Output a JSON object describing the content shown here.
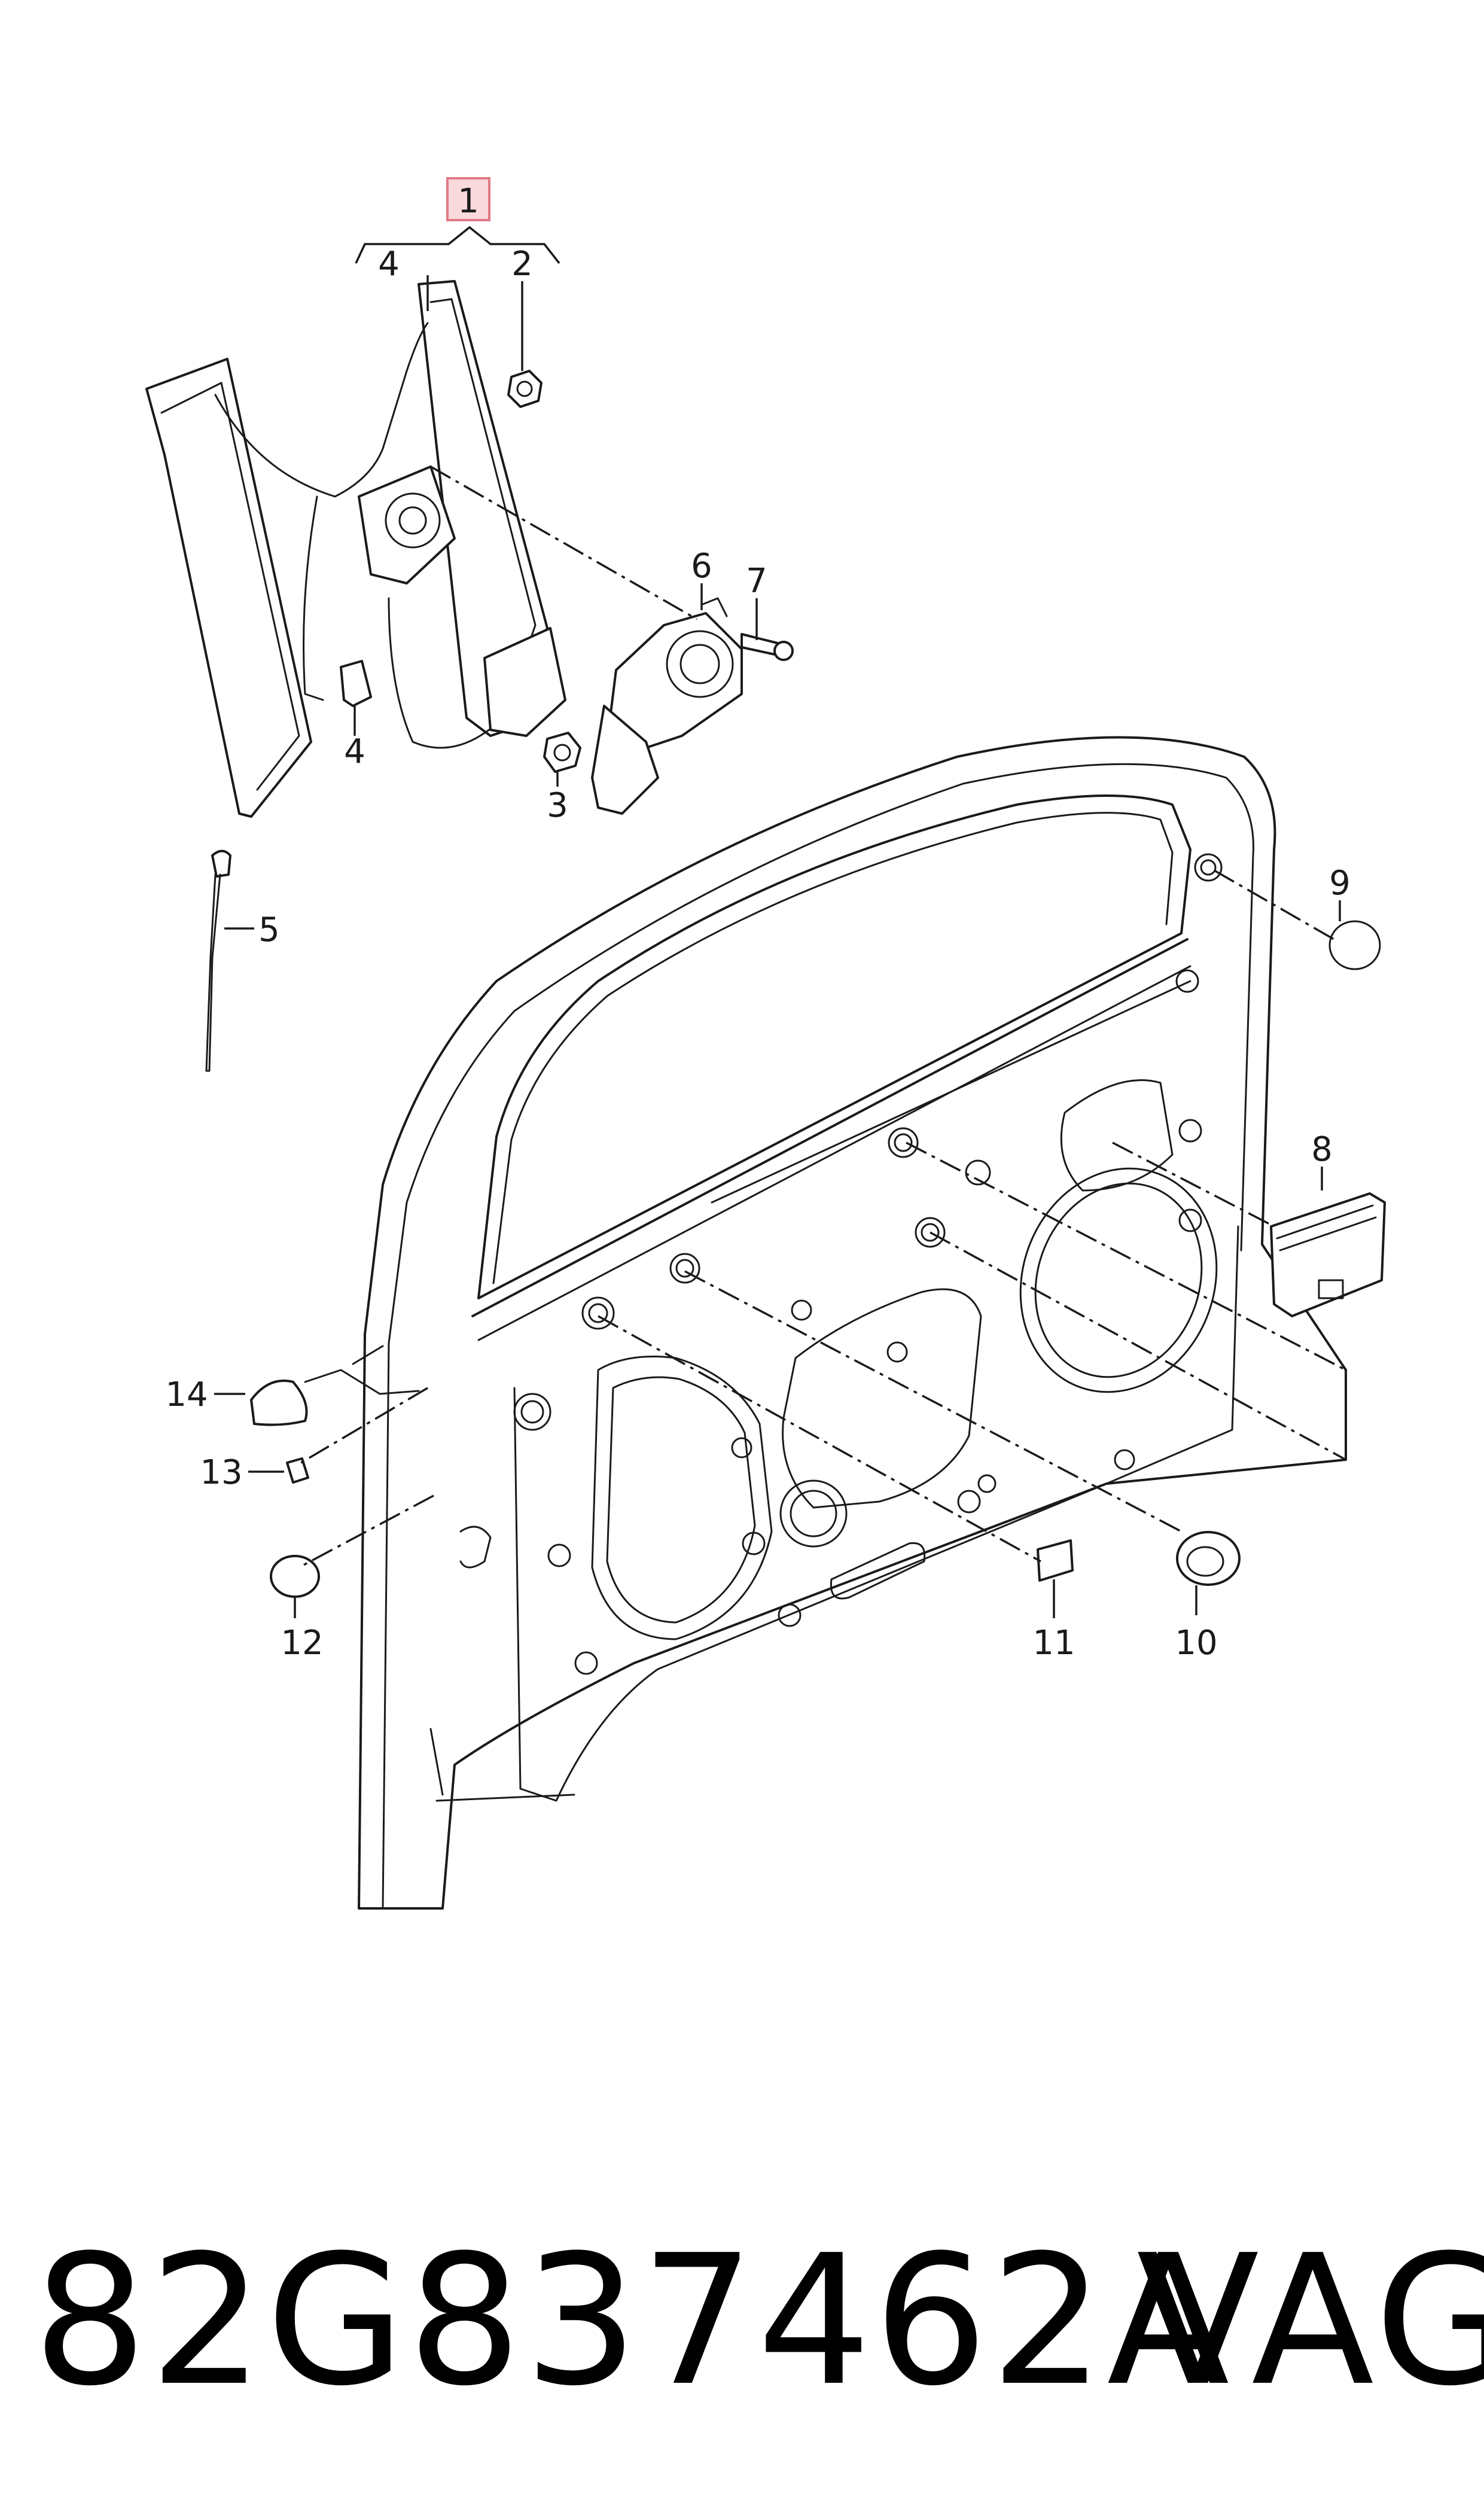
{
  "callouts": {
    "c1": "1",
    "c2": "2",
    "c3": "3",
    "c4a": "4",
    "c4b": "4",
    "c5": "5",
    "c6": "6",
    "c7": "7",
    "c8": "8",
    "c9": "9",
    "c10": "10",
    "c11": "11",
    "c12": "12",
    "c13": "13",
    "c14": "14"
  },
  "footer": {
    "part_number": "82G837462A",
    "brand": "VAG"
  },
  "colors": {
    "line": "#1a1a1a",
    "highlight_fill": "#f9d9dc",
    "highlight_stroke": "#e07a86"
  }
}
